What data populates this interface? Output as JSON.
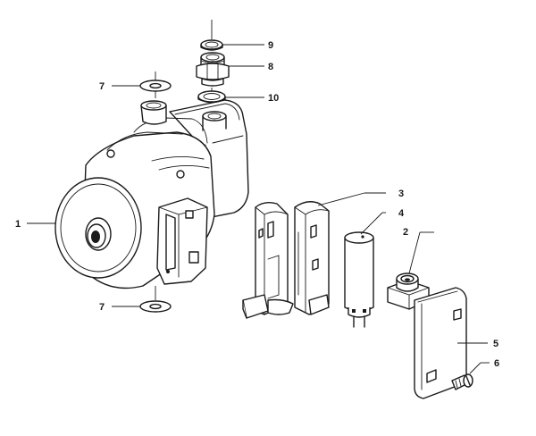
{
  "callouts": {
    "c1": "1",
    "c2": "2",
    "c3": "3",
    "c4": "4",
    "c5": "5",
    "c6": "6",
    "c7a": "7",
    "c7b": "7",
    "c8": "8",
    "c9": "9",
    "c10": "10"
  }
}
